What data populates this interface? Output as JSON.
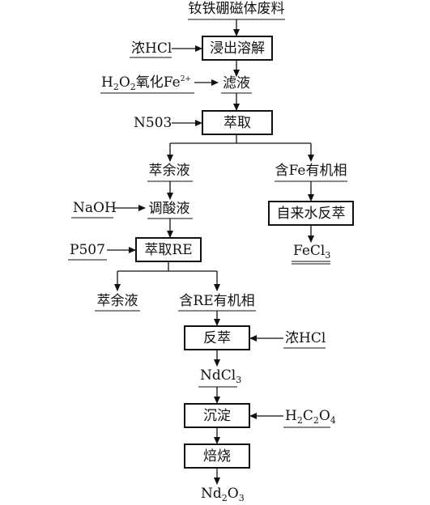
{
  "diagram": {
    "raw_material": "钕铁硼磁体废料",
    "leach_step": "浸出溶解",
    "reagent_hcl_1": "浓HCl",
    "oxidant": {
      "pre": "H",
      "s1": "2",
      "mid": "O",
      "s2": "2",
      "tail": "氧化Fe",
      "sup": "2+"
    },
    "filtrate": "滤液",
    "reagent_n503": "N503",
    "extraction_1": "萃取",
    "raffinate_1": "萃余液",
    "fe_organic": "含Fe有机相",
    "reagent_naoh": "NaOH",
    "ph_adjusted": "调酸液",
    "tap_water_strip": "自来水反萃",
    "fecl3": {
      "base": "FeCl",
      "sub": "3"
    },
    "reagent_p507": "P507",
    "extraction_re": "萃取RE",
    "raffinate_2": "萃余液",
    "re_organic": "含RE有机相",
    "strip": "反萃",
    "reagent_hcl_2": "浓HCl",
    "ndcl3": {
      "base": "NdCl",
      "sub": "3"
    },
    "precipitate": "沉淀",
    "oxalic": {
      "a": "H",
      "s1": "2",
      "b": "C",
      "s2": "2",
      "c": "O",
      "s3": "4"
    },
    "roast": "焙烧",
    "product": {
      "a": "Nd",
      "s1": "2",
      "b": "O",
      "s2": "3"
    }
  }
}
